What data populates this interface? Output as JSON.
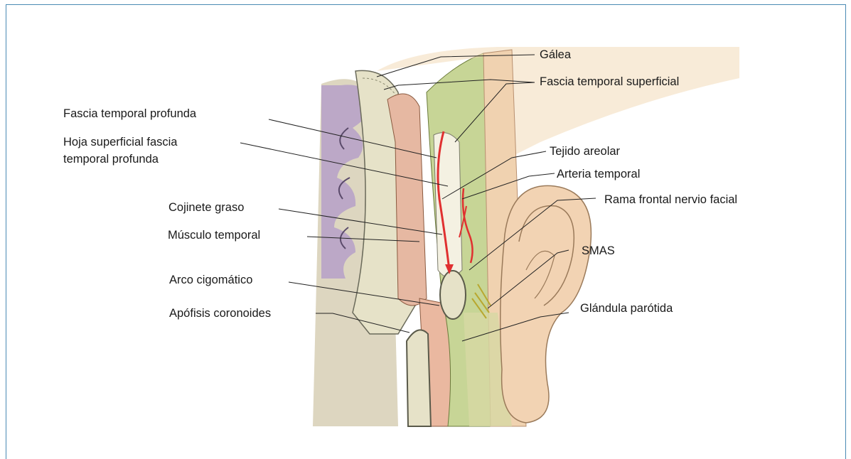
{
  "labels": {
    "galea": "Gálea",
    "fascia_temporal_superficial": "Fascia  temporal superficial",
    "fascia_temporal_profunda": "Fascia temporal profunda",
    "hoja_superficial_1": "Hoja superficial fascia",
    "hoja_superficial_2": "temporal profunda",
    "tejido_areolar": "Tejido areolar",
    "arteria_temporal": "Arteria temporal",
    "rama_frontal": "Rama frontal nervio facial",
    "cojinete_graso": "Cojinete graso",
    "musculo_temporal": "Músculo temporal",
    "smas": "SMAS",
    "arco_cigomatico": "Arco cigomático",
    "apofisis_coronoides": "Apófisis coronoides",
    "glandula_parotida": "Glándula parótida"
  },
  "colors": {
    "frame_border": "#4a8ab4",
    "brain": "#b8a3c8",
    "bone": "#e6e2c8",
    "fascia_green": "#c7d596",
    "muscle": "#e6b8a2",
    "skin": "#f0d2b0",
    "ear": "#f2d3b3",
    "vessel": "#e03030",
    "nerve": "#b8a830",
    "leader_line": "#222222"
  }
}
